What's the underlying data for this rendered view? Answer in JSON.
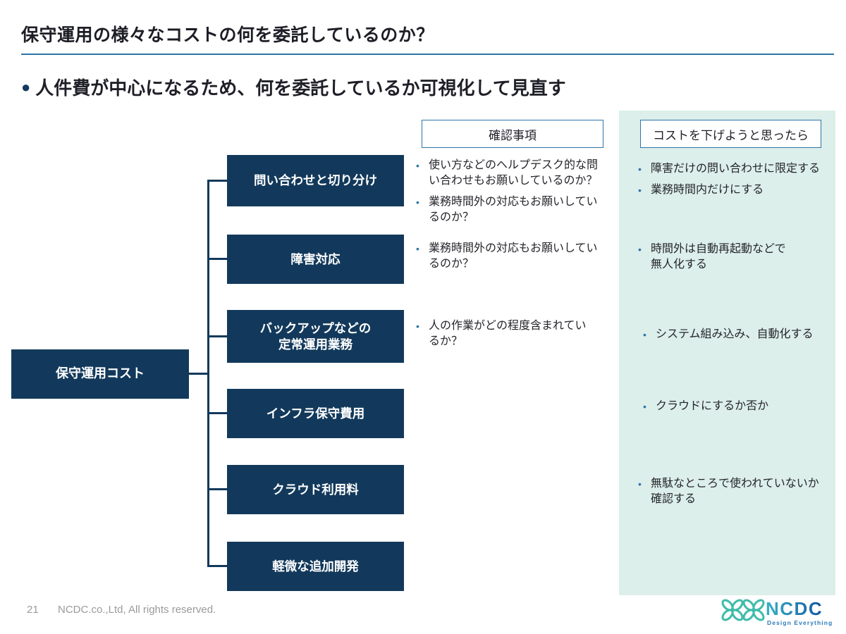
{
  "slide": {
    "title": "保守運用の様々なコストの何を委託しているのか？",
    "headline": "人件費が中心になるため、何を委託しているか可視化して見直す"
  },
  "icons": {
    "headline_bullet": "●",
    "list_bullet": "•"
  },
  "diagram": {
    "root": "保守運用コスト",
    "headers": {
      "checks": "確認事項",
      "reduce": "コストを下げようと思ったら"
    },
    "rows": [
      {
        "label": "問い合わせと切り分け",
        "checks": [
          "使い方などのヘルプデスク的な問\nい合わせもお願いしているのか？",
          "業務時間外の対応もお願いしてい\nるのか？"
        ],
        "reduce": [
          "障害だけの問い合わせに限定する",
          "業務時間内だけにする"
        ]
      },
      {
        "label": "障害対応",
        "checks": [
          "業務時間外の対応もお願いしてい\nるのか？"
        ],
        "reduce": [
          "時間外は自動再起動などで\n無人化する"
        ]
      },
      {
        "label": "バックアップなどの\n定常運用業務",
        "checks": [
          "人の作業がどの程度含まれてい\nるか？"
        ],
        "reduce": [
          "システム組み込み、自動化する"
        ]
      },
      {
        "label": "インフラ保守費用",
        "checks": [],
        "reduce": [
          "クラウドにするか否か"
        ]
      },
      {
        "label": "クラウド利用料",
        "checks": [],
        "reduce": [
          "無駄なところで使われていないか\n確認する"
        ]
      },
      {
        "label": "軽微な追加開発",
        "checks": [],
        "reduce": []
      }
    ]
  },
  "footer": {
    "page_number": "21",
    "copyright": "NCDC.co.,Ltd, All rights reserved.",
    "logo_text": "NCDC",
    "logo_tagline": "Design Everything"
  },
  "colors": {
    "box_navy": "#12395B",
    "accent_blue": "#2E74A8",
    "panel_mint": "#DCEFEA",
    "text_dark": "#25252B",
    "footer_gray": "#9A9A9A",
    "logo_teal": "#3FBCAA",
    "logo_blue": "#1257A2"
  }
}
